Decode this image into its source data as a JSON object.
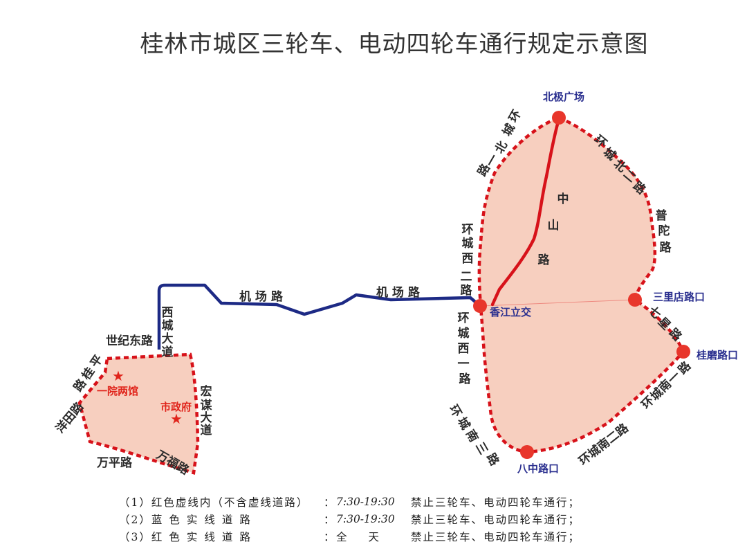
{
  "title": "桂林市城区三轮车、电动四轮车通行规定示意图",
  "colors": {
    "zone_fill": "#f7cfbf",
    "red_dash": "#d7121a",
    "red_road": "#d7121a",
    "blue_road": "#1d2a85",
    "node": "#e8362b",
    "place_label": "#2a2f8f",
    "poi_label": "#e0241b"
  },
  "icons": {
    "node": "red-dot-marker",
    "poi": "red-star-icon"
  },
  "roads": {
    "jichang_1": "机  场  路",
    "jichang_2": "机  场  路",
    "xicheng": [
      "西",
      "城",
      "大",
      "道"
    ],
    "zhongshan": [
      "中",
      "山",
      "路"
    ],
    "huancheng_bei_1": [
      "环",
      "城",
      "北",
      "一",
      "路"
    ],
    "huancheng_bei_2": [
      "环",
      "城",
      "北",
      "二",
      "路"
    ],
    "putuo": [
      "普",
      "陀",
      "路"
    ],
    "huancheng_xi_2": [
      "环",
      "城",
      "西",
      "二",
      "路"
    ],
    "huancheng_xi_1": [
      "环",
      "城",
      "西",
      "一",
      "路"
    ],
    "qixing": [
      "七",
      "星",
      "路"
    ],
    "huancheng_nan_1": [
      "环",
      "城",
      "南",
      "一",
      "路"
    ],
    "huancheng_nan_2": "环城南二路",
    "huancheng_nan_3": [
      "环",
      "城",
      "南",
      "三",
      "路"
    ],
    "shiji_dong": "世纪东路",
    "pinggui": [
      "平",
      "桂",
      "路"
    ],
    "yangtian": "洋田路",
    "hongmou": [
      "宏",
      "谋",
      "大",
      "道"
    ],
    "wanping": "万平路",
    "wanfu": "万福路"
  },
  "places": {
    "beiji": "北极广场",
    "xiangjiang": "香江立交",
    "sanlidian": "三里店路口",
    "guimo": "桂磨路口",
    "bazhong": "八中路口"
  },
  "pois": {
    "yiyuan": "一院两馆",
    "shizhengfu": "市政府"
  },
  "legend": [
    {
      "index": "（1）",
      "road": "红色虚线内（不含虚线道路）",
      "sep": "：",
      "time": "7:30-19:30",
      "rule": "禁止三轮车、电动四轮车通行；"
    },
    {
      "index": "（2）",
      "road": "蓝色实线道路",
      "sep": "：",
      "time": "7:30-19:30",
      "rule": "禁止三轮车、电动四轮车通行；"
    },
    {
      "index": "（3）",
      "road": "红色实线道路",
      "sep": "：",
      "time": "全　　天",
      "rule": "禁止三轮车、电动四轮车通行；"
    }
  ]
}
